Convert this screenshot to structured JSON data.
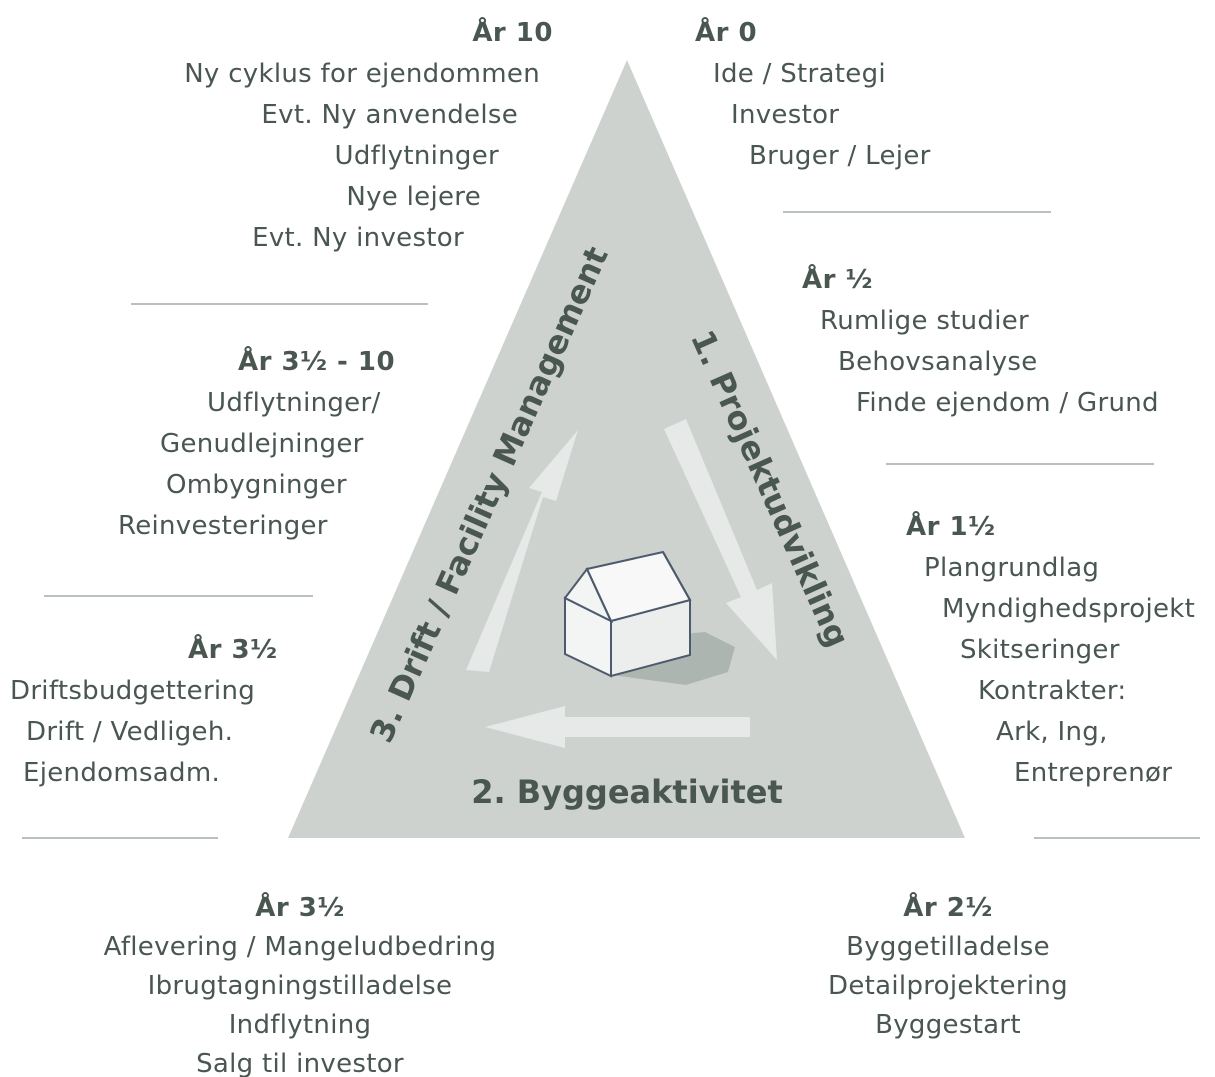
{
  "phases": {
    "p1": "1. Projektudvikling",
    "p2": "2. Byggeaktivitet",
    "p3": "3. Drift / Facility Management"
  },
  "colors": {
    "triangle": "#cdd2cf",
    "text": "#4a5751",
    "arrow": "#e6e9e7",
    "divider": "#b9c1bd"
  },
  "blocks": {
    "y10": {
      "heading": "År 10",
      "lines": [
        "Ny cyklus for ejendommen",
        "Evt. Ny anvendelse",
        "Udflytninger",
        "Nye lejere",
        "Evt. Ny investor"
      ]
    },
    "y0": {
      "heading": "År 0",
      "lines": [
        "Ide / Strategi",
        "Investor",
        "Bruger / Lejer"
      ]
    },
    "yhalf": {
      "heading": "År ½",
      "lines": [
        "Rumlige studier",
        "Behovsanalyse",
        "Finde ejendom / Grund"
      ]
    },
    "y35_10": {
      "heading": "År 3½ - 10",
      "lines": [
        "Udflytninger/",
        "Genudlejninger",
        "Ombygninger",
        "Reinvesteringer"
      ]
    },
    "y15": {
      "heading": "År 1½",
      "lines": [
        "Plangrundlag",
        "Myndighedsprojekt",
        "Skitseringer",
        "Kontrakter:",
        "Ark, Ing,",
        "Entreprenør"
      ]
    },
    "y35a": {
      "heading": "År 3½",
      "lines": [
        "Driftsbudgettering",
        "Drift / Vedligeh.",
        "Ejendomsadm."
      ]
    },
    "y35b": {
      "heading": "År 3½",
      "lines": [
        "Aflevering / Mangeludbedring",
        "Ibrugtagningstilladelse",
        "Indflytning",
        "Salg til investor"
      ]
    },
    "y25": {
      "heading": "År 2½",
      "lines": [
        "Byggetilladelse",
        "Detailprojektering",
        "Byggestart"
      ]
    }
  }
}
